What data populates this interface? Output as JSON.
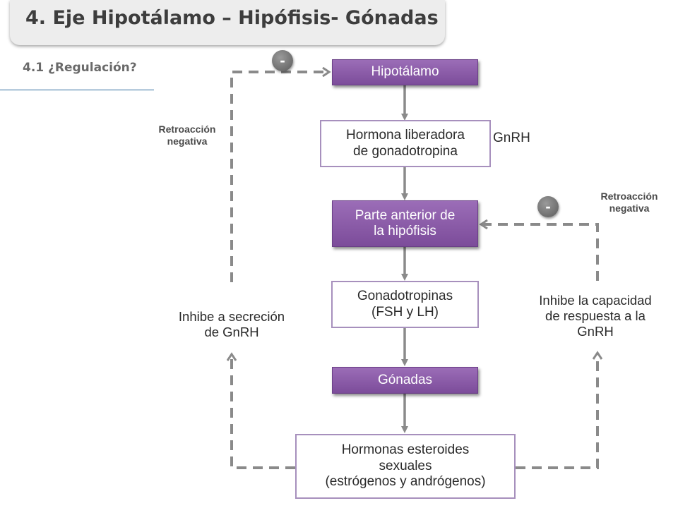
{
  "header": {
    "title": "4. Eje Hipotálamo – Hipófisis- Gónadas",
    "subtitle": "4.1 ¿Regulación?"
  },
  "diagram": {
    "nodes": {
      "hipotalamo": "Hipotálamo",
      "hormona_liberadora_line1": "Hormona liberadora",
      "hormona_liberadora_line2": "de gonadotropina",
      "gnrh_label": "GnRH",
      "hipofisis_line1": "Parte anterior de",
      "hipofisis_line2": "la hipófisis",
      "gonadotropinas_line1": "Gonadotropinas",
      "gonadotropinas_line2": "(FSH y LH)",
      "gonadas": "Gónadas",
      "esteroides_line1": "Hormonas esteroides",
      "esteroides_line2": "sexuales",
      "esteroides_line3": "(estrógenos y andrógenos)"
    },
    "left_loop": {
      "feedback_line1": "Retroacción",
      "feedback_line2": "negativa",
      "sign": "-",
      "effect_line1": "Inhibe a secreción",
      "effect_line2": "de GnRH"
    },
    "right_loop": {
      "feedback_line1": "Retroacción",
      "feedback_line2": "negativa",
      "sign": "-",
      "effect_line1": "Inhibe la capacidad",
      "effect_line2": "de respuesta a la",
      "effect_line3": "GnRH"
    },
    "colors": {
      "purple_box": "#8a5aa8",
      "white_box_border": "#a790bd",
      "arrow": "#8a8a8a"
    }
  }
}
